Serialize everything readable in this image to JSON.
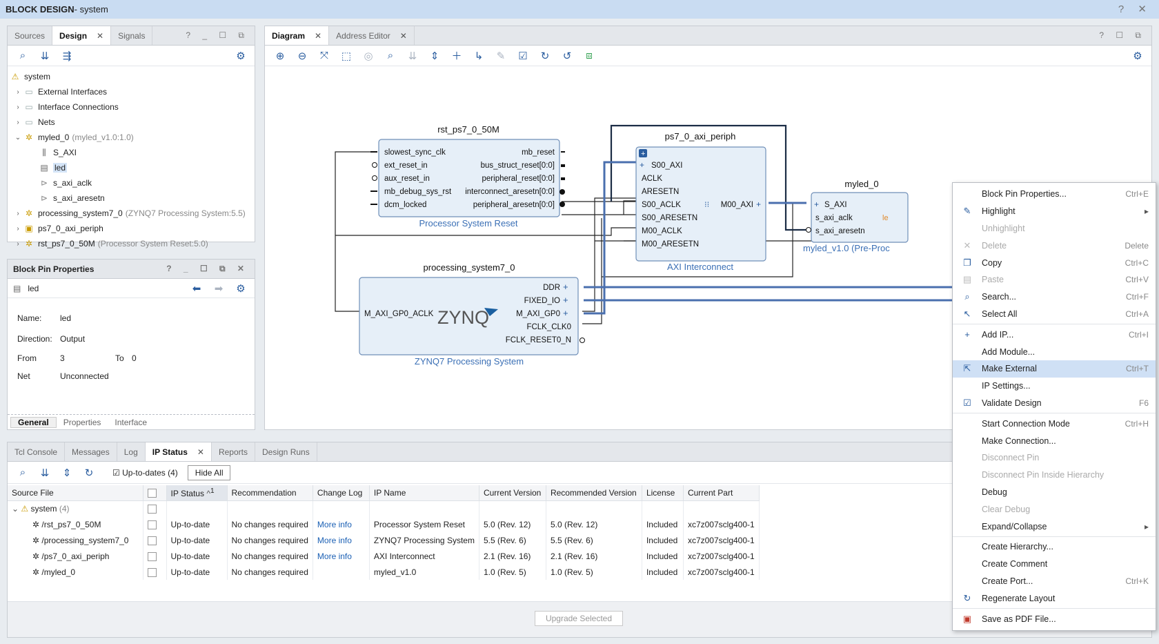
{
  "window": {
    "title_bold": "BLOCK DESIGN",
    "title_rest": " - system",
    "controls": "? ✕"
  },
  "design_panel": {
    "tabs": [
      "Sources",
      "Design",
      "Signals"
    ],
    "active_tab": "Design",
    "tree": [
      {
        "label": "system",
        "icon": "warning-hierarchy-icon"
      },
      {
        "label": "External Interfaces"
      },
      {
        "label": "Interface Connections"
      },
      {
        "label": "Nets"
      },
      {
        "label": "myled_0",
        "suffix": "(myled_v1.0:1.0)"
      },
      {
        "label": "S_AXI"
      },
      {
        "label": "led"
      },
      {
        "label": "s_axi_aclk"
      },
      {
        "label": "s_axi_aresetn"
      },
      {
        "label": "processing_system7_0",
        "suffix": "(ZYNQ7 Processing System:5.5)"
      },
      {
        "label": "ps7_0_axi_periph"
      },
      {
        "label": "rst_ps7_0_50M",
        "suffix": "(Processor System Reset:5.0)"
      }
    ]
  },
  "block_pin_properties": {
    "title": "Block Pin Properties",
    "pin": "led",
    "name_label": "Name:",
    "name_value": "led",
    "direction_label": "Direction:",
    "direction_value": "Output",
    "from_label": "From",
    "from_value": "3",
    "to_label": "To",
    "to_value": "0",
    "net_label": "Net",
    "net_value": "Unconnected",
    "tabs": [
      "General",
      "Properties",
      "Interface"
    ]
  },
  "diagram_panel": {
    "tabs": [
      "Diagram",
      "Address Editor"
    ],
    "blocks": {
      "rst": {
        "title": "rst_ps7_0_50M",
        "subtitle": "Processor System Reset",
        "left_pins": [
          "slowest_sync_clk",
          "ext_reset_in",
          "aux_reset_in",
          "mb_debug_sys_rst",
          "dcm_locked"
        ],
        "right_pins": [
          "mb_reset",
          "bus_struct_reset[0:0]",
          "peripheral_reset[0:0]",
          "interconnect_aresetn[0:0]",
          "peripheral_aresetn[0:0]"
        ]
      },
      "interconnect": {
        "title": "ps7_0_axi_periph",
        "subtitle": "AXI Interconnect",
        "left_pins": [
          "S00_AXI",
          "ACLK",
          "ARESETN",
          "S00_ACLK",
          "S00_ARESETN",
          "M00_ACLK",
          "M00_ARESETN"
        ],
        "right_pins": [
          "M00_AXI"
        ]
      },
      "myled": {
        "title": "myled_0",
        "subtitle": "myled_v1.0 (Pre-Proc",
        "left_pins": [
          "S_AXI",
          "s_axi_aclk",
          "s_axi_aresetn"
        ],
        "right_pin_partial": "le"
      },
      "ps7": {
        "title": "processing_system7_0",
        "subtitle": "ZYNQ7 Processing System",
        "logo": "ZYNQ",
        "left_pins": [
          "M_AXI_GP0_ACLK"
        ],
        "right_pins": [
          "DDR",
          "FIXED_IO",
          "M_AXI_GP0",
          "FCLK_CLK0",
          "FCLK_RESET0_N"
        ]
      }
    }
  },
  "context_menu": {
    "items": [
      {
        "label": "Block Pin Properties...",
        "shortcut": "Ctrl+E",
        "icon": "",
        "state": "normal"
      },
      {
        "label": "Highlight",
        "shortcut": "",
        "icon": "highlight-icon",
        "state": "submenu"
      },
      {
        "label": "Unhighlight",
        "shortcut": "",
        "icon": "",
        "state": "disabled"
      },
      {
        "label": "Delete",
        "shortcut": "Delete",
        "icon": "delete-icon",
        "state": "disabled"
      },
      {
        "label": "Copy",
        "shortcut": "Ctrl+C",
        "icon": "copy-icon",
        "state": "normal"
      },
      {
        "label": "Paste",
        "shortcut": "Ctrl+V",
        "icon": "paste-icon",
        "state": "disabled"
      },
      {
        "label": "Search...",
        "shortcut": "Ctrl+F",
        "icon": "search-icon",
        "state": "normal"
      },
      {
        "label": "Select All",
        "shortcut": "Ctrl+A",
        "icon": "select-all-icon",
        "state": "normal"
      },
      {
        "sep": true
      },
      {
        "label": "Add IP...",
        "shortcut": "Ctrl+I",
        "icon": "add-icon",
        "state": "normal"
      },
      {
        "label": "Add Module...",
        "shortcut": "",
        "icon": "",
        "state": "normal"
      },
      {
        "label": "Make External",
        "shortcut": "Ctrl+T",
        "icon": "make-external-icon",
        "state": "highlighted"
      },
      {
        "label": "IP Settings...",
        "shortcut": "",
        "icon": "",
        "state": "normal"
      },
      {
        "label": "Validate Design",
        "shortcut": "F6",
        "icon": "validate-icon",
        "state": "normal"
      },
      {
        "sep": true
      },
      {
        "label": "Start Connection Mode",
        "shortcut": "Ctrl+H",
        "icon": "",
        "state": "normal"
      },
      {
        "label": "Make Connection...",
        "shortcut": "",
        "icon": "",
        "state": "normal"
      },
      {
        "label": "Disconnect Pin",
        "shortcut": "",
        "icon": "",
        "state": "disabled"
      },
      {
        "label": "Disconnect Pin Inside Hierarchy",
        "shortcut": "",
        "icon": "",
        "state": "disabled"
      },
      {
        "label": "Debug",
        "shortcut": "",
        "icon": "",
        "state": "normal"
      },
      {
        "label": "Clear Debug",
        "shortcut": "",
        "icon": "",
        "state": "disabled"
      },
      {
        "label": "Expand/Collapse",
        "shortcut": "",
        "icon": "",
        "state": "submenu"
      },
      {
        "sep": true
      },
      {
        "label": "Create Hierarchy...",
        "shortcut": "",
        "icon": "",
        "state": "normal"
      },
      {
        "label": "Create Comment",
        "shortcut": "",
        "icon": "",
        "state": "normal"
      },
      {
        "label": "Create Port...",
        "shortcut": "Ctrl+K",
        "icon": "",
        "state": "normal"
      },
      {
        "label": "Regenerate Layout",
        "shortcut": "",
        "icon": "regenerate-icon",
        "state": "normal"
      },
      {
        "sep": true
      },
      {
        "label": "Save as PDF File...",
        "shortcut": "",
        "icon": "pdf-icon",
        "state": "normal"
      }
    ]
  },
  "ip_status": {
    "tabs": [
      "Tcl Console",
      "Messages",
      "Log",
      "IP Status",
      "Reports",
      "Design Runs"
    ],
    "active_tab": "IP Status",
    "uptodates_label": "Up-to-dates (4)",
    "hide_all_label": "Hide All",
    "columns": [
      "Source File",
      "",
      "IP Status",
      "Recommendation",
      "Change Log",
      "IP Name",
      "Current Version",
      "Recommended Version",
      "License",
      "Current Part"
    ],
    "sort_indicator": "1",
    "group_row": {
      "label": "system",
      "count": "(4)"
    },
    "rows": [
      {
        "file": "/rst_ps7_0_50M",
        "status": "Up-to-date",
        "rec": "No changes required",
        "log": "More info",
        "ip": "Processor System Reset",
        "cur": "5.0 (Rev. 12)",
        "recv": "5.0 (Rev. 12)",
        "lic": "Included",
        "part": "xc7z007sclg400-1"
      },
      {
        "file": "/processing_system7_0",
        "status": "Up-to-date",
        "rec": "No changes required",
        "log": "More info",
        "ip": "ZYNQ7 Processing System",
        "cur": "5.5 (Rev. 6)",
        "recv": "5.5 (Rev. 6)",
        "lic": "Included",
        "part": "xc7z007sclg400-1"
      },
      {
        "file": "/ps7_0_axi_periph",
        "status": "Up-to-date",
        "rec": "No changes required",
        "log": "More info",
        "ip": "AXI Interconnect",
        "cur": "2.1 (Rev. 16)",
        "recv": "2.1 (Rev. 16)",
        "lic": "Included",
        "part": "xc7z007sclg400-1"
      },
      {
        "file": "/myled_0",
        "status": "Up-to-date",
        "rec": "No changes required",
        "log": "",
        "ip": "myled_v1.0",
        "cur": "1.0 (Rev. 5)",
        "recv": "1.0 (Rev. 5)",
        "lic": "Included",
        "part": "xc7z007sclg400-1"
      }
    ],
    "upgrade_label": "Upgrade Selected"
  }
}
